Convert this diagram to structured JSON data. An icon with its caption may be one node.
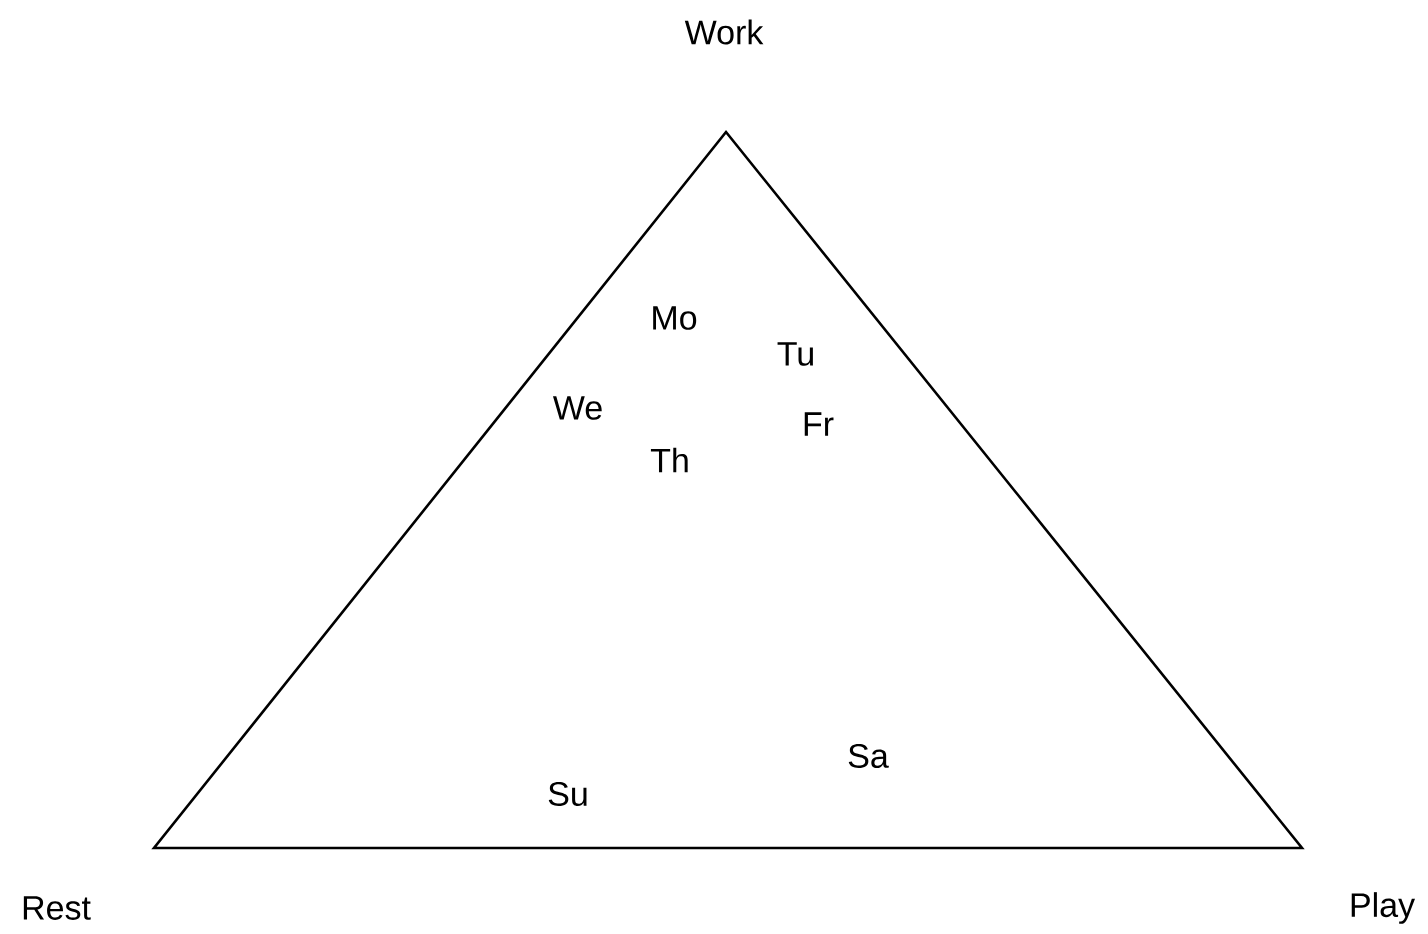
{
  "diagram": {
    "nodes": [
      {
        "text": [
          "Mo",
          "Tu",
          "We",
          "Fr",
          "Th",
          "Sa",
          "Su"
        ]
      }
    ],
    "labels": [
      "Work",
      "Rest",
      "Play"
    ]
  }
}
